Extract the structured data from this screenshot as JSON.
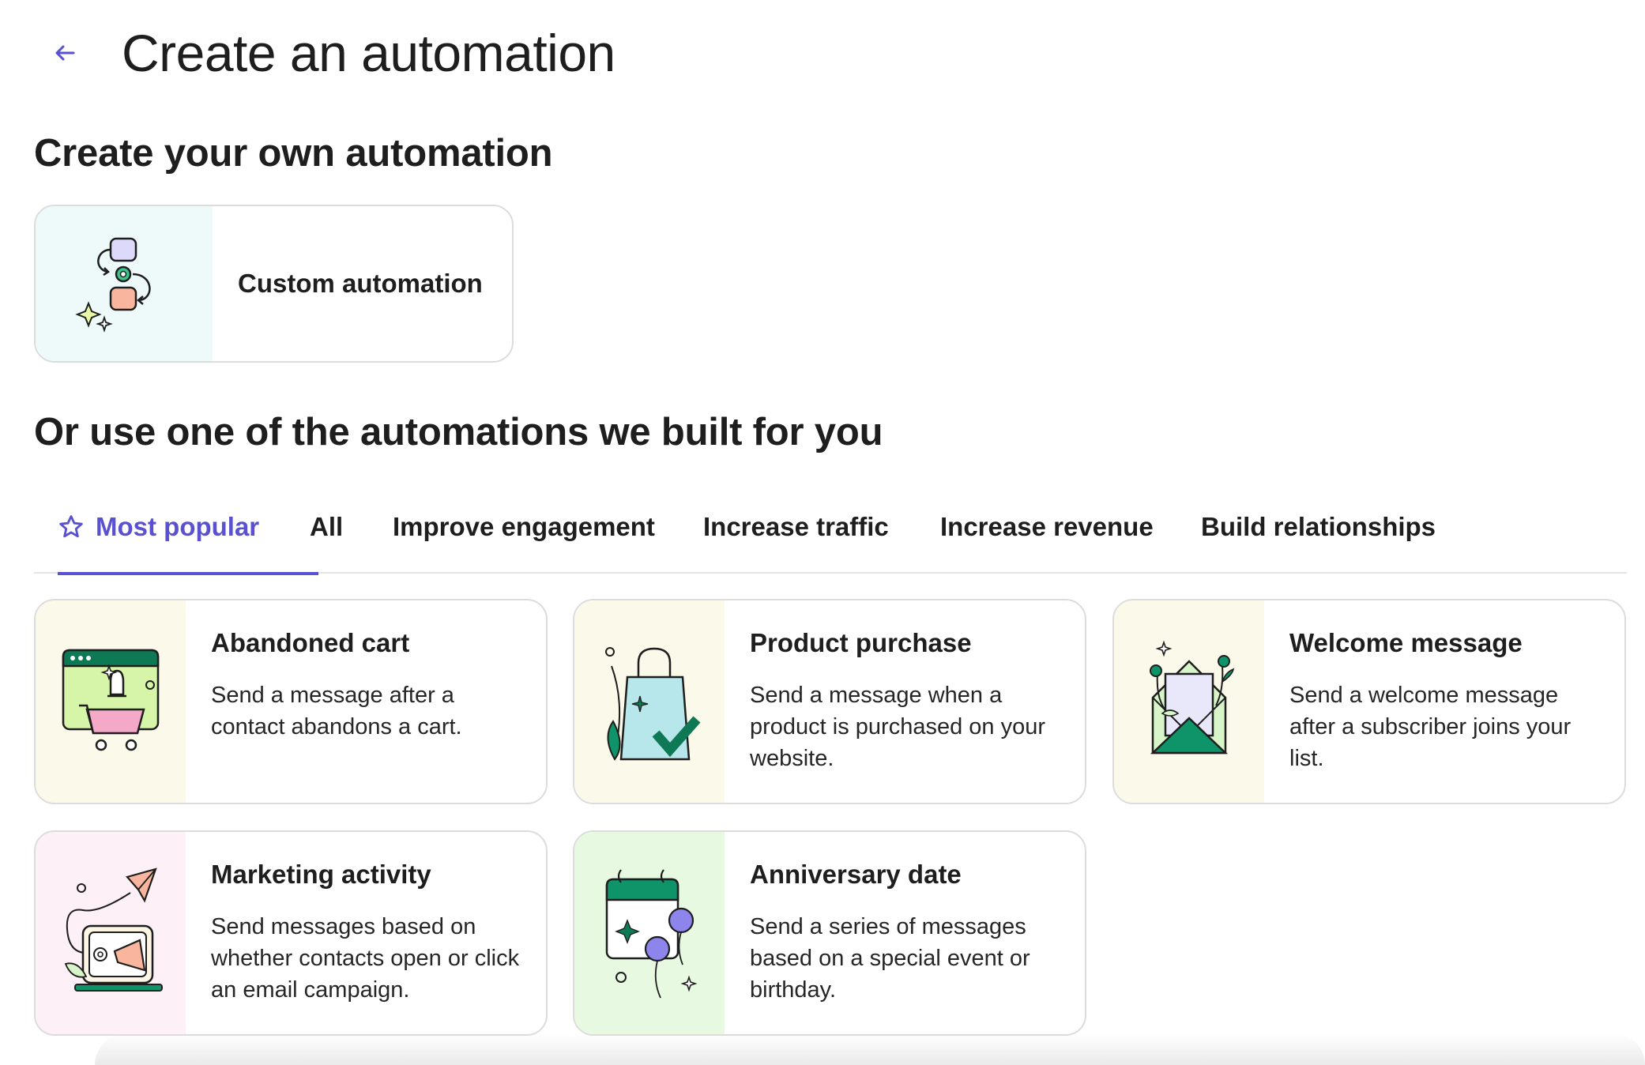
{
  "header": {
    "title": "Create an automation"
  },
  "own_section": {
    "title": "Create your own automation",
    "custom_card": {
      "title": "Custom automation",
      "icon": "workflow-icon"
    }
  },
  "prebuilt_section": {
    "title": "Or use one of the automations we built for you",
    "tabs": [
      {
        "label": "Most popular",
        "active": true,
        "icon": "star-icon"
      },
      {
        "label": "All"
      },
      {
        "label": "Improve engagement"
      },
      {
        "label": "Increase traffic"
      },
      {
        "label": "Increase revenue"
      },
      {
        "label": "Build relationships"
      }
    ],
    "cards": [
      {
        "title": "Abandoned cart",
        "description": "Send a message after a contact abandons a cart.",
        "icon": "shopping-cart-icon"
      },
      {
        "title": "Product purchase",
        "description": "Send a message when a product is purchased on your website.",
        "icon": "shopping-bag-icon"
      },
      {
        "title": "Welcome message",
        "description": "Send a welcome message after a subscriber joins your list.",
        "icon": "envelope-icon"
      },
      {
        "title": "Marketing activity",
        "description": "Send messages based on whether contacts open or click an email campaign.",
        "icon": "megaphone-icon"
      },
      {
        "title": "Anniversary date",
        "description": "Send a series of messages based on a special event or birthday.",
        "icon": "calendar-balloons-icon"
      }
    ]
  },
  "colors": {
    "accent": "#5a50d2",
    "green": "#0e9468",
    "card_border": "#dcdcdc"
  }
}
